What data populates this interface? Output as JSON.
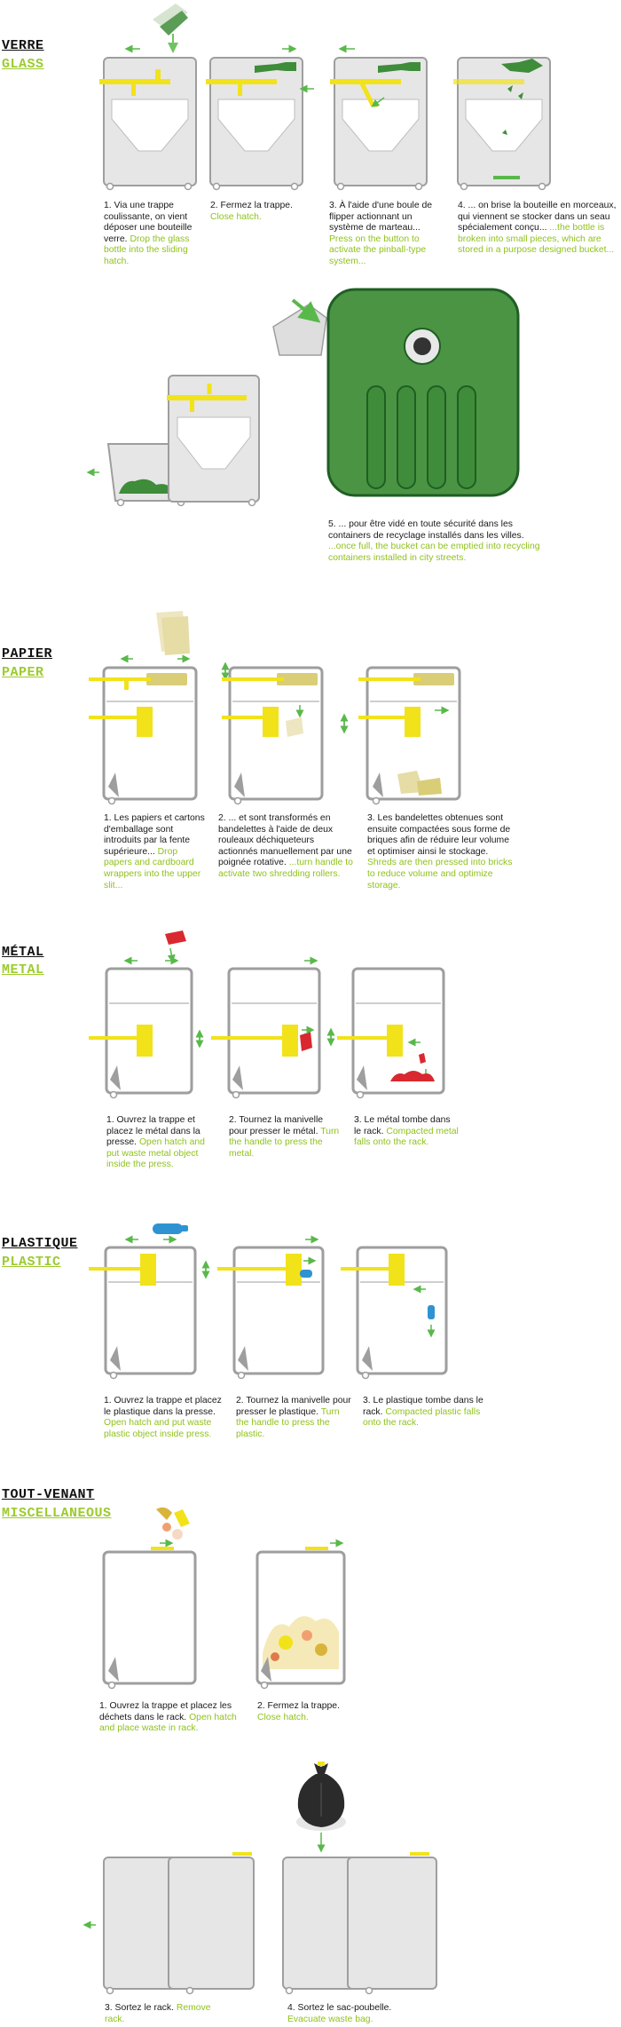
{
  "colors": {
    "machine_fill": "#e6e6e6",
    "machine_stroke": "#9e9e9e",
    "yellow": "#f2e21a",
    "arrow_green": "#59b84a",
    "glass_green": "#3f8c3a",
    "bin_green": "#4b9443",
    "bin_dark": "#1f5e24",
    "paper": "#e5dca6",
    "metal_red": "#d9282f",
    "plastic_blue": "#2f93d1",
    "english_text": "#8fc21b"
  },
  "sections": {
    "glass": {
      "fr": "VERRE",
      "en": "GLASS",
      "steps": [
        {
          "fr": "1. Via une trappe coulissante, on vient déposer une bouteille verre.",
          "en": "Drop the glass bottle into the sliding hatch."
        },
        {
          "fr": "2. Fermez la trappe.",
          "en": "Close hatch."
        },
        {
          "fr": "3. À l'aide d'une boule de flipper actionnant un système de marteau...",
          "en": "Press on the button to activate the pinball-type system..."
        },
        {
          "fr": "4. ... on brise la bouteille en morceaux, qui viennent se stocker dans un seau spécialement conçu...",
          "en": "...the bottle is broken into small pieces, which are stored in a purpose designed bucket..."
        },
        {
          "fr": "5. ... pour être vidé en toute sécurité dans les containers de recyclage installés dans les villes.",
          "en": "...once full, the bucket can be emptied into recycling containers installed in city streets."
        }
      ]
    },
    "paper": {
      "fr": "PAPIER",
      "en": "PAPER",
      "steps": [
        {
          "fr": "1. Les papiers et cartons d'emballage sont introduits par la fente supérieure...",
          "en": "Drop papers and cardboard wrappers into the upper slit..."
        },
        {
          "fr": "2. ... et sont transformés en bandelettes à l'aide de deux rouleaux déchiqueteurs actionnés manuellement par une poignée rotative.",
          "en": "...turn handle to activate two shredding rollers."
        },
        {
          "fr": "3. Les bandelettes obtenues sont ensuite compactées sous forme de briques afin de réduire leur volume et optimiser ainsi le stockage.",
          "en": "Shreds are then pressed into bricks to reduce volume and optimize storage."
        }
      ]
    },
    "metal": {
      "fr": "MÉTAL",
      "en": "METAL",
      "steps": [
        {
          "fr": "1. Ouvrez la trappe et placez le métal dans la presse.",
          "en": "Open hatch and put waste metal object inside the press."
        },
        {
          "fr": "2. Tournez la manivelle pour presser le métal.",
          "en": "Turn the handle to press the metal."
        },
        {
          "fr": "3. Le métal tombe dans le rack.",
          "en": "Compacted metal falls onto the rack."
        }
      ]
    },
    "plastic": {
      "fr": "PLASTIQUE",
      "en": "PLASTIC",
      "steps": [
        {
          "fr": "1. Ouvrez la trappe et placez le plastique dans la presse.",
          "en": "Open hatch and put waste plastic object inside press."
        },
        {
          "fr": "2. Tournez la manivelle pour presser le plastique.",
          "en": "Turn the handle to press the plastic."
        },
        {
          "fr": "3. Le plastique tombe dans le rack.",
          "en": "Compacted plastic falls onto the rack."
        }
      ]
    },
    "misc": {
      "fr": "TOUT-VENANT",
      "en": "MISCELLANEOUS",
      "steps": [
        {
          "fr": "1. Ouvrez la trappe et placez les déchets dans le rack.",
          "en": "Open hatch and place waste in rack."
        },
        {
          "fr": "2. Fermez la trappe.",
          "en": "Close hatch."
        },
        {
          "fr": "3. Sortez le rack.",
          "en": "Remove rack."
        },
        {
          "fr": "4. Sortez le sac-poubelle.",
          "en": "Evacuate waste bag."
        }
      ]
    }
  }
}
